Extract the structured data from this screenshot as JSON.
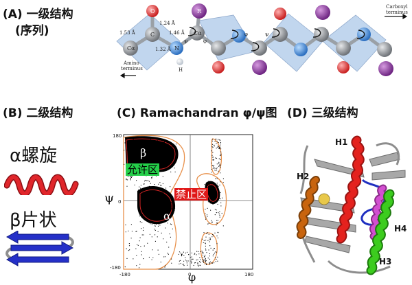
{
  "panel_a": {
    "title": "(A) 一级结构",
    "subtitle": "(序列)",
    "atoms": {
      "ca": "Cα",
      "c": "C",
      "n": "N",
      "o": "O",
      "r": "R",
      "h": "H"
    },
    "bonds": {
      "b1": "1.53 Å",
      "b2": "1.24 Å",
      "b3": "1.46 Å",
      "b4": "1.32 Å"
    },
    "amino": {
      "line1": "Amino",
      "line2": "terminus"
    },
    "carboxyl": {
      "line1": "Carboxyl",
      "line2": "terminus"
    },
    "angle_labels": {
      "phi": "φ",
      "psi": "ψ"
    },
    "colors": {
      "carbon": "#8a8d92",
      "oxygen": "#e23b3b",
      "nitrogen": "#3f86d6",
      "r_group": "#8e3a9e",
      "plane": "#a9c6e8"
    }
  },
  "panel_b": {
    "title": "(B) 二级结构",
    "helix_label": "α螺旋",
    "sheet_label": "β片状",
    "colors": {
      "helix": "#d8252b",
      "sheet": "#2331c8"
    }
  },
  "panel_c": {
    "title": "(C) Ramachandran φ/ψ图",
    "y_axis_label": "ψ",
    "x_axis_label": "φ",
    "y_ticks": {
      "top": "180",
      "mid": "0",
      "bottom": "-180"
    },
    "x_ticks": {
      "left": "-180",
      "mid": "0",
      "right": "180"
    },
    "region_beta": "β",
    "region_alpha": "α",
    "allowed_label": "允许区",
    "forbidden_label": "禁止区",
    "colors": {
      "allowed": "#25d04a",
      "forbidden": "#e01818",
      "contour": "#e8904a"
    }
  },
  "panel_d": {
    "title": "(D) 三级结构",
    "helix_labels": {
      "h1": "H1",
      "h2": "H2",
      "h3": "H3",
      "h4": "H4"
    },
    "colors": {
      "h1": "#e4221e",
      "h2": "#c8640e",
      "h3": "#3ccc1e",
      "h4": "#d24fd0",
      "sheet": "#9a9a9a",
      "loop": "#1f2fc0"
    }
  }
}
